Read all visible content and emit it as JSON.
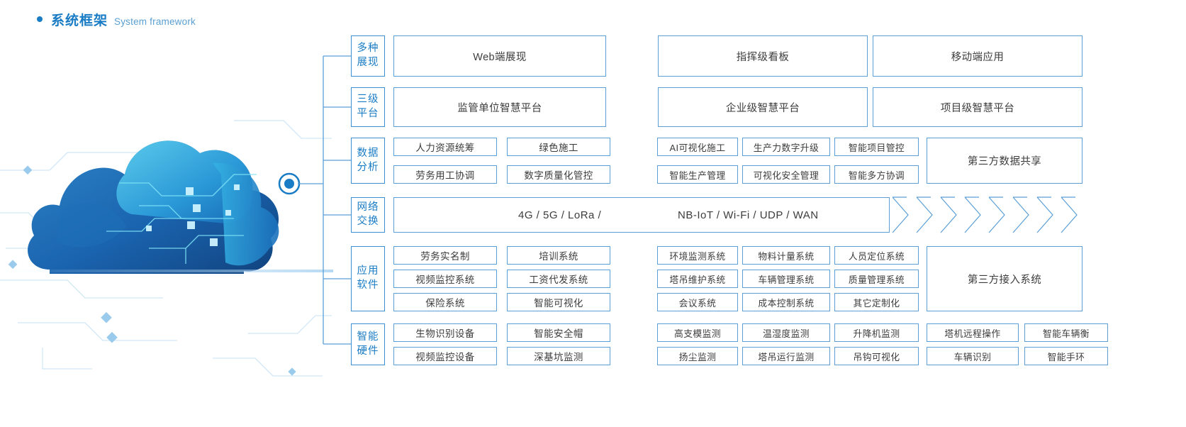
{
  "heading": {
    "title_cn": "系统框架",
    "title_en": "System framework",
    "dot_color": "#1a7cc4",
    "title_color": "#1a7cc4",
    "subtitle_color": "#5aa0d2"
  },
  "colors": {
    "border": "#5b9fd6",
    "label_border": "#3b8fd4",
    "label_text": "#1a7cc4",
    "cell_text": "#3c3c3c",
    "connector": "#5b9fd6",
    "cloud_dark": "#1a5fa8",
    "cloud_mid": "#2a8fd0",
    "cloud_light": "#5ec8e8"
  },
  "rows": [
    {
      "id": "presentation",
      "label": "多种\n展现",
      "label_lines": [
        "多种",
        "展现"
      ],
      "groups": [
        {
          "items": [
            "Web端展现"
          ]
        },
        {
          "items": [
            "指挥级看板"
          ]
        },
        {
          "items": [
            "移动端应用"
          ]
        }
      ]
    },
    {
      "id": "platform",
      "label_lines": [
        "三级",
        "平台"
      ],
      "groups": [
        {
          "items": [
            "监管单位智慧平台"
          ]
        },
        {
          "items": [
            "企业级智慧平台"
          ]
        },
        {
          "items": [
            "项目级智慧平台"
          ]
        }
      ]
    },
    {
      "id": "data-analysis",
      "label_lines": [
        "数据",
        "分析"
      ],
      "left_grid": [
        [
          "人力资源统筹",
          "绿色施工"
        ],
        [
          "劳务用工协调",
          "数字质量化管控"
        ]
      ],
      "mid_grid": [
        [
          "AI可视化施工",
          "生产力数字升级",
          "智能项目管控"
        ],
        [
          "智能生产管理",
          "可视化安全管理",
          "智能多方协调"
        ]
      ],
      "right_box": "第三方数据共享"
    },
    {
      "id": "network",
      "label_lines": [
        "网络",
        "交换"
      ],
      "network_text_1": "4G / 5G / LoRa /",
      "network_text_2": "NB-IoT / Wi-Fi / UDP / WAN",
      "chevron_count": 8
    },
    {
      "id": "app-software",
      "label_lines": [
        "应用",
        "软件"
      ],
      "left_grid": [
        [
          "劳务实名制",
          "培训系统"
        ],
        [
          "视频监控系统",
          "工资代发系统"
        ],
        [
          "保险系统",
          "智能可视化"
        ]
      ],
      "mid_grid": [
        [
          "环境监测系统",
          "物料计量系统",
          "人员定位系统"
        ],
        [
          "塔吊维护系统",
          "车辆管理系统",
          "质量管理系统"
        ],
        [
          "会议系统",
          "成本控制系统",
          "其它定制化"
        ]
      ],
      "right_box": "第三方接入系统"
    },
    {
      "id": "smart-hardware",
      "label_lines": [
        "智能",
        "硬件"
      ],
      "left_grid": [
        [
          "生物识别设备",
          "智能安全帽"
        ],
        [
          "视频监控设备",
          "深基坑监测"
        ]
      ],
      "mid_grid": [
        [
          "高支模监测",
          "温湿度监测",
          "升降机监测"
        ],
        [
          "扬尘监测",
          "塔吊运行监测",
          "吊钩可视化"
        ]
      ],
      "right_grid": [
        [
          "塔机远程操作",
          "智能车辆衡"
        ],
        [
          "车辆识别",
          "智能手环"
        ]
      ]
    }
  ]
}
